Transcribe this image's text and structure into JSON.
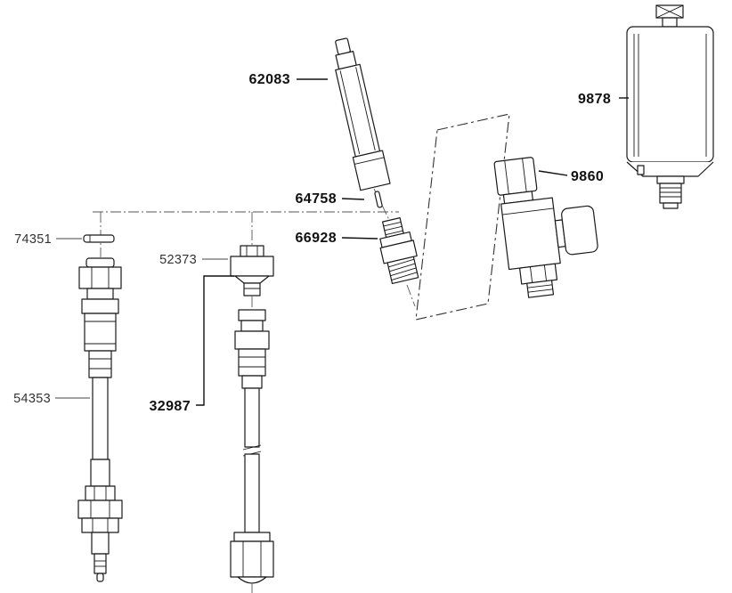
{
  "diagram": {
    "kind": "exploded-parts-diagram",
    "background_color": "#ffffff",
    "line_color": "#1a1a1a",
    "parts": [
      {
        "number": "62083",
        "emphasis": "bold"
      },
      {
        "number": "64758",
        "emphasis": "bold"
      },
      {
        "number": "66928",
        "emphasis": "bold"
      },
      {
        "number": "74351",
        "emphasis": "regular"
      },
      {
        "number": "52373",
        "emphasis": "regular"
      },
      {
        "number": "54353",
        "emphasis": "regular"
      },
      {
        "number": "32987",
        "emphasis": "bold"
      },
      {
        "number": "9860",
        "emphasis": "bold"
      },
      {
        "number": "9878",
        "emphasis": "bold"
      }
    ]
  }
}
